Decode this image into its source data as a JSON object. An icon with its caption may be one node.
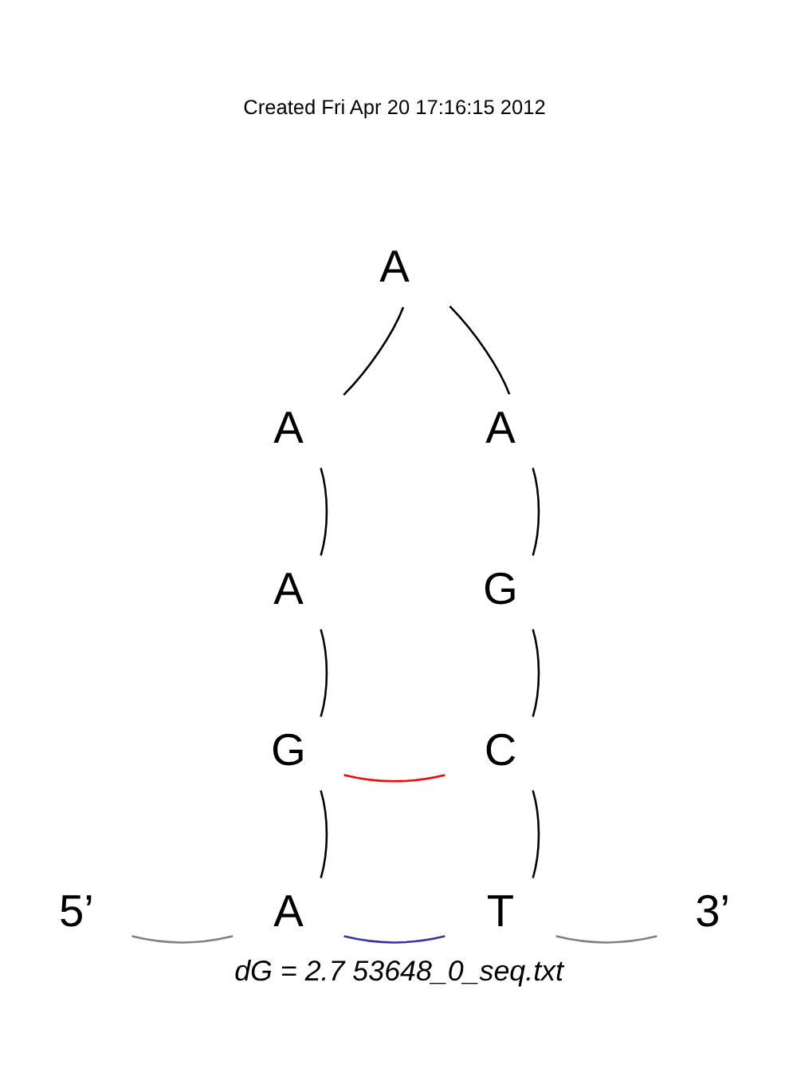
{
  "diagram": {
    "caption": "dG = 2.7 53648_0_seq.txt",
    "nodes": [
      {
        "text": [
          "5’"
        ]
      },
      {
        "text": [
          "A"
        ]
      },
      {
        "text": [
          "G"
        ]
      },
      {
        "text": [
          "A"
        ]
      },
      {
        "text": [
          "A"
        ]
      },
      {
        "text": [
          "A"
        ]
      },
      {
        "text": [
          "A"
        ]
      },
      {
        "text": [
          "G"
        ]
      },
      {
        "text": [
          "C"
        ]
      },
      {
        "text": [
          "T"
        ]
      },
      {
        "text": [
          "3’"
        ]
      }
    ],
    "edges": [
      {
        "from": 0,
        "to": 1,
        "arrow": "none",
        "color": "#808080"
      },
      {
        "from": 1,
        "to": 2,
        "arrow": "none"
      },
      {
        "from": 2,
        "to": 3,
        "arrow": "none"
      },
      {
        "from": 3,
        "to": 4,
        "arrow": "none"
      },
      {
        "from": 4,
        "to": 5,
        "arrow": "none"
      },
      {
        "from": 5,
        "to": 6,
        "arrow": "none"
      },
      {
        "from": 6,
        "to": 7,
        "arrow": "none"
      },
      {
        "from": 7,
        "to": 8,
        "arrow": "none"
      },
      {
        "from": 8,
        "to": 9,
        "arrow": "none"
      },
      {
        "from": 9,
        "to": 10,
        "arrow": "none",
        "color": "#808080"
      },
      {
        "from": 2,
        "to": 8,
        "arrow": "none",
        "color": "#ff0000"
      },
      {
        "from": 1,
        "to": 9,
        "arrow": "none",
        "color": "#3333aa"
      }
    ],
    "labels": [
      "Created Fri Apr 20 17:16:15 2012"
    ]
  }
}
